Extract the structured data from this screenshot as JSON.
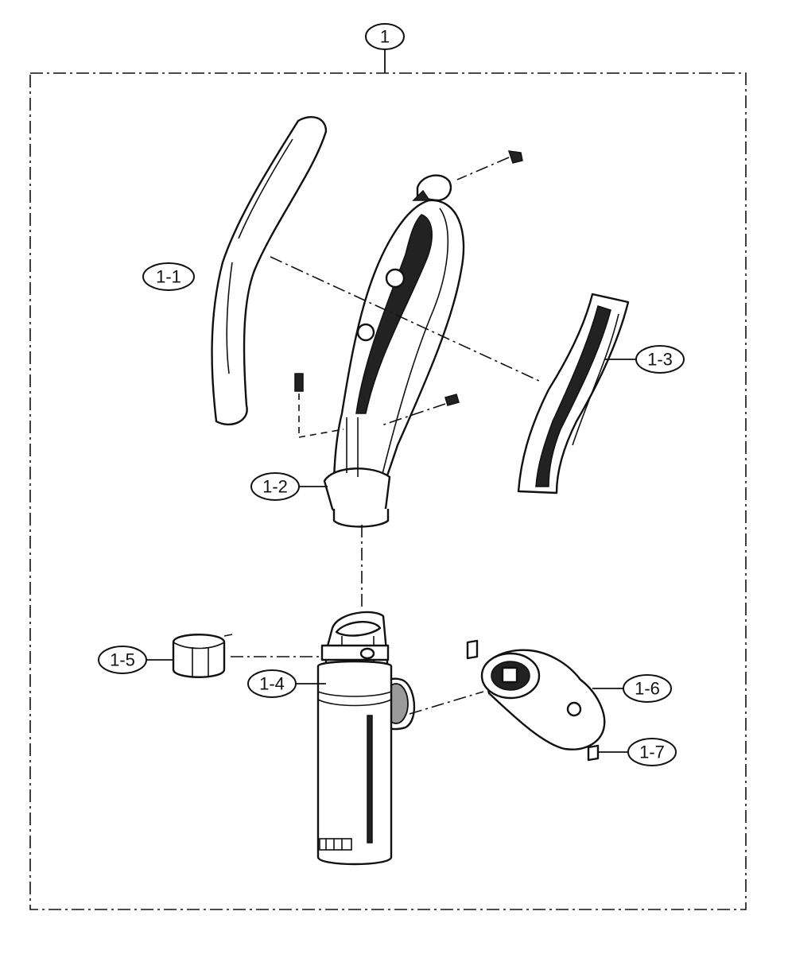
{
  "assembly": {
    "main_label": "1"
  },
  "callouts": [
    {
      "id": "c11",
      "text": "1-1"
    },
    {
      "id": "c12",
      "text": "1-2"
    },
    {
      "id": "c13",
      "text": "1-3"
    },
    {
      "id": "c14",
      "text": "1-4"
    },
    {
      "id": "c15",
      "text": "1-5"
    },
    {
      "id": "c16",
      "text": "1-6"
    },
    {
      "id": "c17",
      "text": "1-7"
    }
  ],
  "colors": {
    "line": "#111111",
    "background": "#ffffff",
    "shade": "#9a9a9a"
  }
}
